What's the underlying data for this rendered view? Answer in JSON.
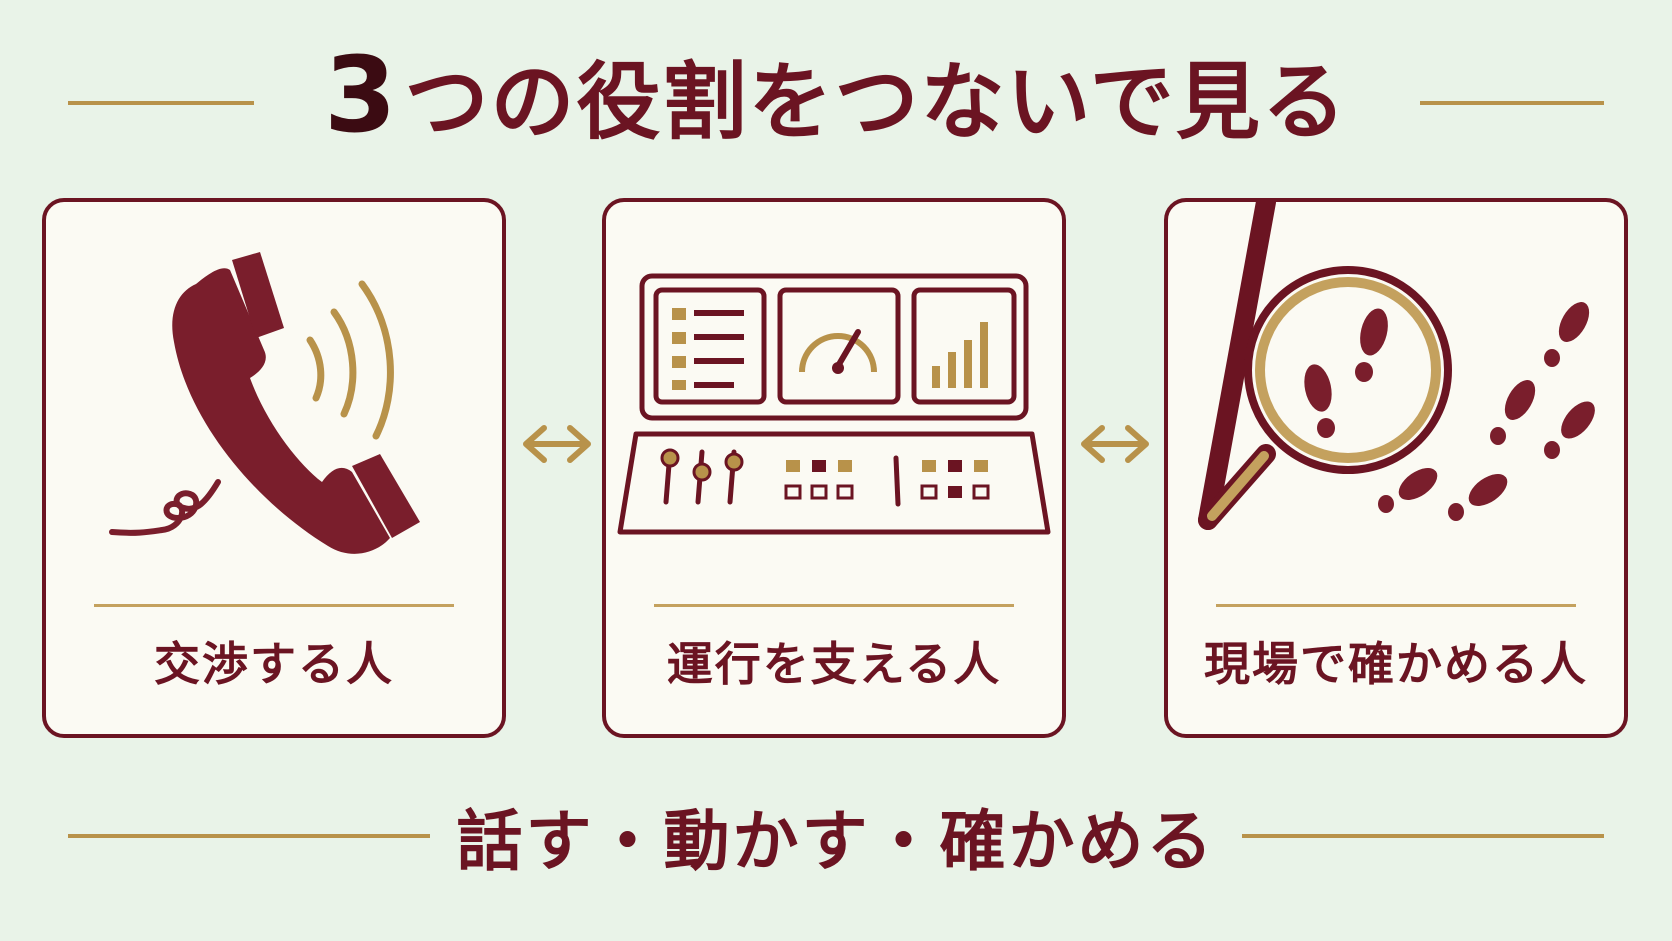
{
  "title": {
    "number": "3",
    "text": "つの役割をつないで見る"
  },
  "cards": [
    {
      "label": "交渉する人",
      "icon": "phone-icon"
    },
    {
      "label": "運行を支える人",
      "icon": "control-panel-icon"
    },
    {
      "label": "現場で確かめる人",
      "icon": "magnifier-footprints-icon"
    }
  ],
  "subtitle": "話す・動かす・確かめる",
  "colors": {
    "primary": "#6b1422",
    "accent": "#b8924a",
    "background": "#e9f3e8",
    "card": "#fbfaf3"
  }
}
